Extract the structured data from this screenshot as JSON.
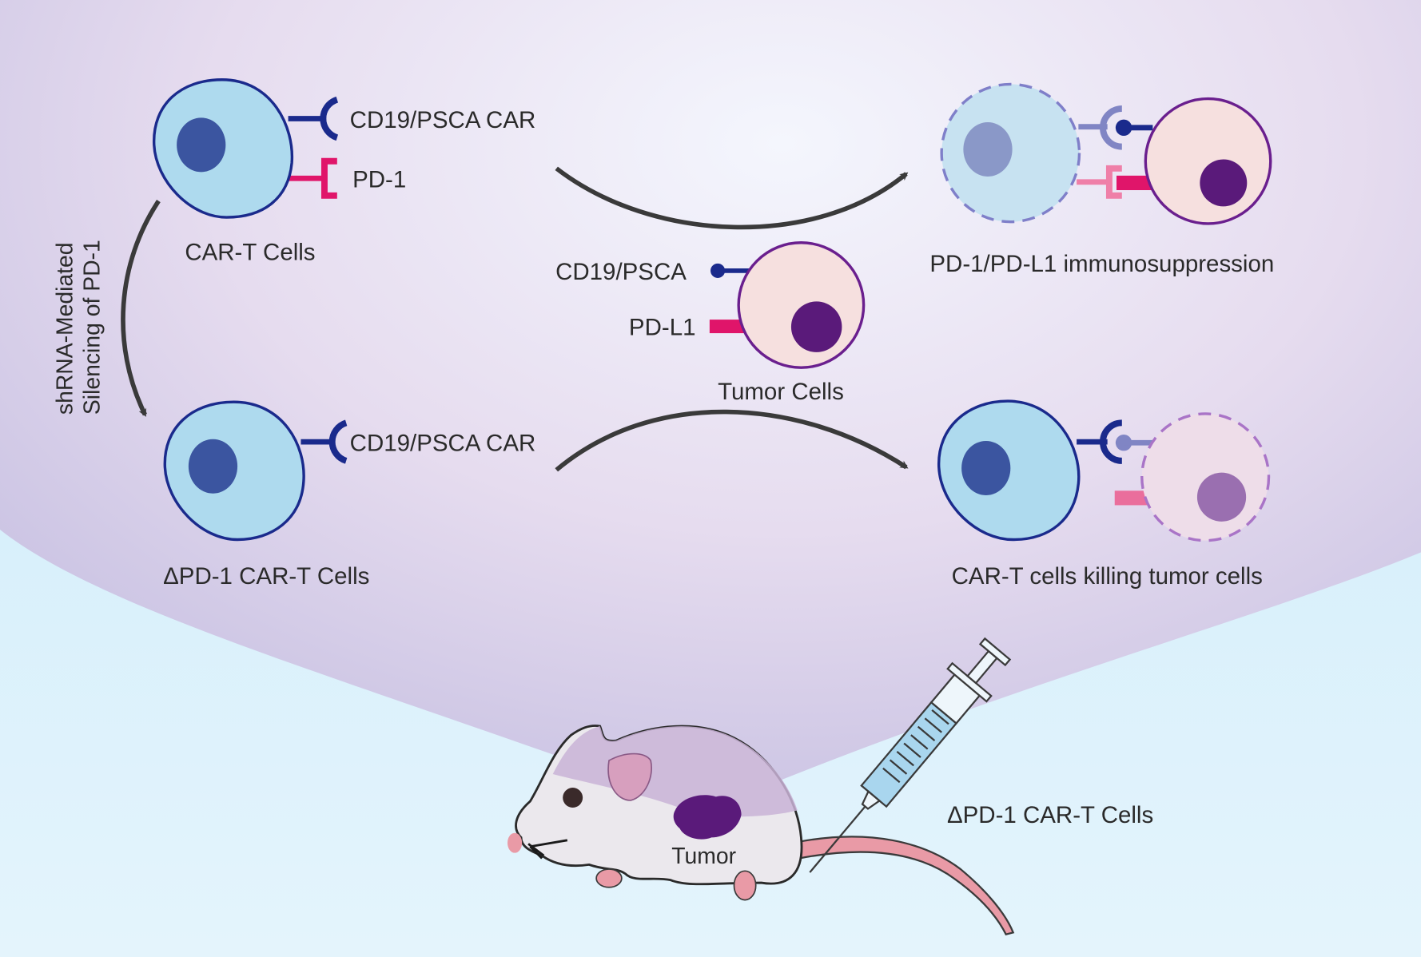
{
  "figure": {
    "title": "ΔPD-1 CAR-T cell therapy schematic",
    "colors": {
      "tcell_fill": "#aedaee",
      "tcell_outline": "#1a2a8c",
      "tcell_nucleus": "#3b55a0",
      "tumor_fill": "#f6e0df",
      "tumor_outline": "#6a1f8e",
      "tumor_nucleus": "#5a1a7a",
      "car_receptor": "#1a2a8c",
      "pd1": "#e0156a",
      "arrow": "#3a3a3a",
      "mouse_tail": "#e99aa6",
      "syringe_fluid": "#a9d6ee"
    }
  },
  "cells": {
    "cart": {
      "label": "CAR-T Cells",
      "car_label": "CD19/PSCA CAR",
      "pd1_label": "PD-1"
    },
    "silencing": {
      "line1": "shRNA-Mediated",
      "line2": "Silencing of PD-1"
    },
    "dpd1_cart": {
      "label": "ΔPD-1 CAR-T Cells",
      "car_label": "CD19/PSCA CAR"
    },
    "tumor": {
      "label": "Tumor Cells",
      "antigen_label": "CD19/PSCA",
      "pdl1_label": "PD-L1"
    },
    "immunosuppression": {
      "label": "PD-1/PD-L1 immunosuppression"
    },
    "killing": {
      "label": "CAR-T cells killing tumor cells"
    }
  },
  "mouse": {
    "tumor_label": "Tumor",
    "injection_label": "ΔPD-1 CAR-T Cells"
  }
}
